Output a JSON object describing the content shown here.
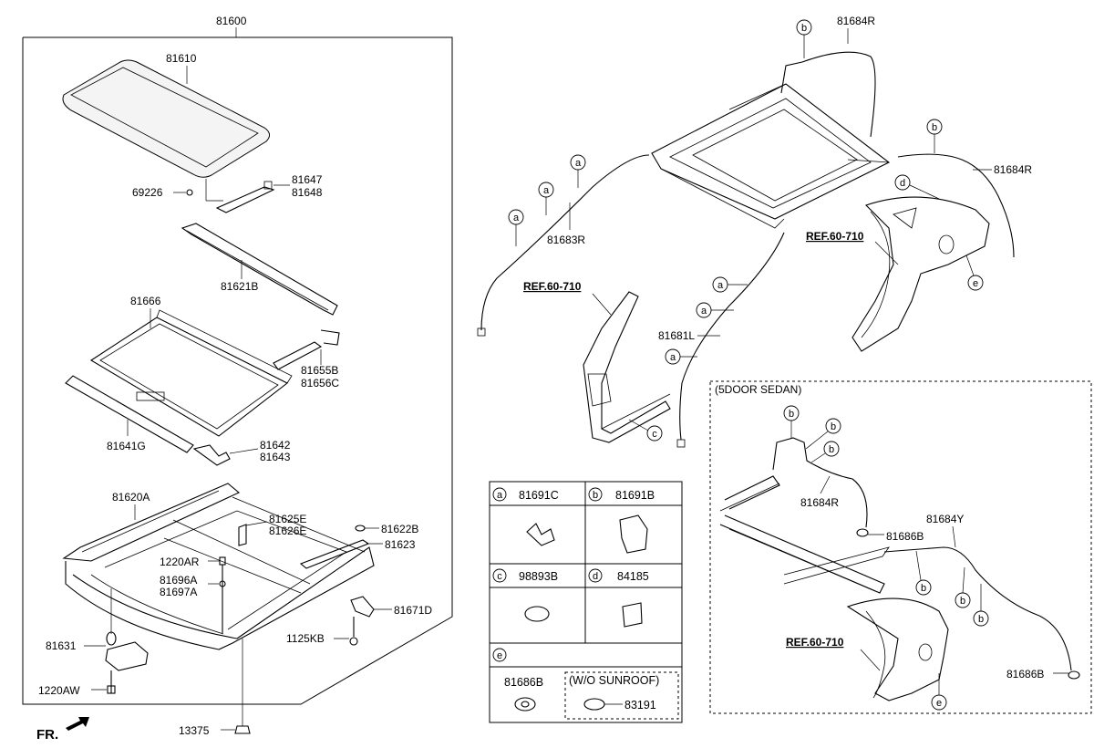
{
  "main_assembly_number": "81600",
  "fr_label": "FR.",
  "sedan_variant_title": "(5DOOR SEDAN)",
  "parts": {
    "p81610": "81610",
    "p69226": "69226",
    "p81647": "81647",
    "p81648": "81648",
    "p81621B": "81621B",
    "p81666": "81666",
    "p81655B": "81655B",
    "p81656C": "81656C",
    "p81641G": "81641G",
    "p81642": "81642",
    "p81643": "81643",
    "p81620A": "81620A",
    "p81625E": "81625E",
    "p81626E": "81626E",
    "p81622B": "81622B",
    "p81623": "81623",
    "p1220AR": "1220AR",
    "p81696A": "81696A",
    "p81697A": "81697A",
    "p81671D": "81671D",
    "p1125KB": "1125KB",
    "p81631": "81631",
    "p1220AW": "1220AW",
    "p13375": "13375",
    "p81684R_top": "81684R",
    "p81684R_side": "81684R",
    "p81683R": "81683R",
    "p81681L": "81681L",
    "ref1": "REF.60-710",
    "ref2": "REF.60-710",
    "ref3": "REF.60-710",
    "p81684R_sedan": "81684R",
    "p81686B_a": "81686B",
    "p81684Y": "81684Y",
    "p81686B_b": "81686B"
  },
  "callouts": {
    "a": "a",
    "b": "b",
    "c": "c",
    "d": "d",
    "e": "e"
  },
  "legend": {
    "a_part": "81691C",
    "b_part": "81691B",
    "c_part": "98893B",
    "d_part": "84185",
    "e_part": "81686B",
    "wo_sunroof_label": "(W/O SUNROOF)",
    "wo_sunroof_part": "83191"
  }
}
